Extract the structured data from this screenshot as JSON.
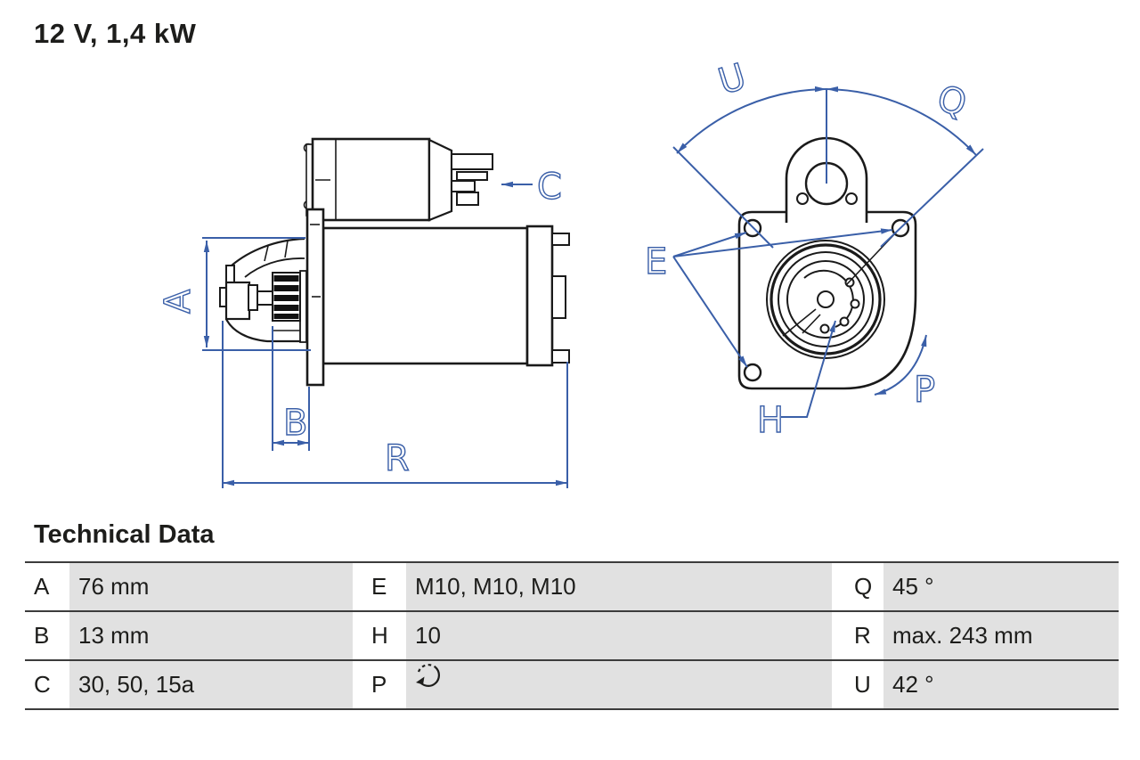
{
  "title": "12 V, 1,4 kW",
  "colors": {
    "dimension_blue": "#3a5fa8",
    "drawing_black": "#1a1a1a",
    "table_row_gray": "#e1e1e1",
    "table_line": "#3c3c3c",
    "text": "#1d1d1b"
  },
  "diagram": {
    "labels": {
      "A": "A",
      "B": "B",
      "C": "C",
      "R": "R",
      "U": "U",
      "Q": "Q",
      "E": "E",
      "H": "H",
      "P": "P"
    }
  },
  "technical_data": {
    "heading": "Technical Data",
    "rows": [
      {
        "cells": [
          {
            "letter": "A",
            "value": "76 mm"
          },
          {
            "letter": "E",
            "value": "M10, M10, M10"
          },
          {
            "letter": "Q",
            "value": "45 °"
          }
        ]
      },
      {
        "cells": [
          {
            "letter": "B",
            "value": "13 mm"
          },
          {
            "letter": "H",
            "value": "10"
          },
          {
            "letter": "R",
            "value": "max. 243 mm"
          }
        ]
      },
      {
        "cells": [
          {
            "letter": "C",
            "value": "30, 50, 15a"
          },
          {
            "letter": "P",
            "value": "",
            "icon": "rotation-ccw-icon"
          },
          {
            "letter": "U",
            "value": "42 °"
          }
        ]
      }
    ]
  }
}
